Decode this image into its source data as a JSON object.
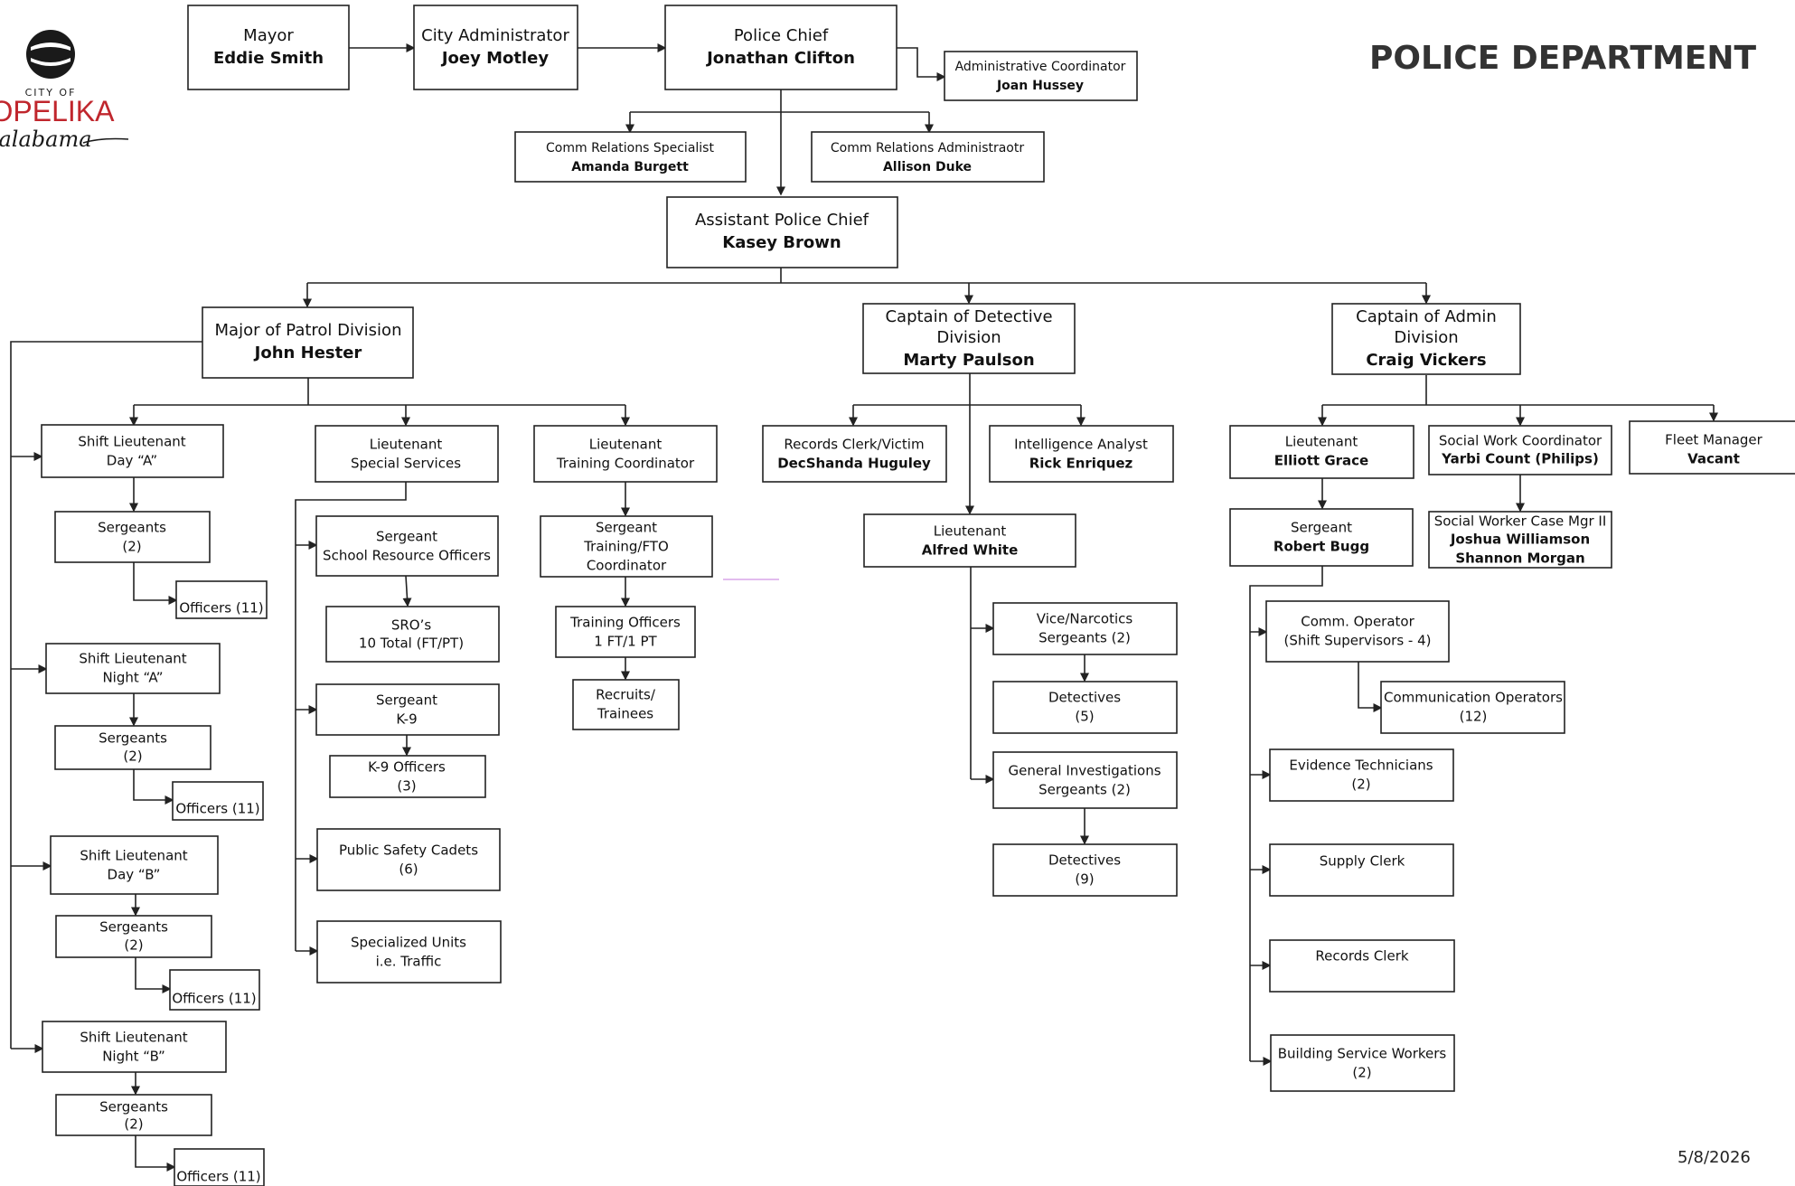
{
  "header": {
    "title": "POLICE DEPARTMENT",
    "date": "5/8/2026"
  },
  "logo": {
    "line1": "CITY OF",
    "line2": "OPELIKA",
    "line3": "alabama",
    "colors": {
      "accent": "#c0262d",
      "dark": "#1a1a1a"
    }
  },
  "colors": {
    "vacant": "#c0262d",
    "stroke": "#222222"
  },
  "nodes": {
    "mayor": {
      "role": "Mayor",
      "name": "Eddie Smith"
    },
    "city_admin": {
      "role": "City Administrator",
      "name": "Joey Motley"
    },
    "police_chief": {
      "role": "Police Chief",
      "name": "Jonathan Clifton"
    },
    "admin_coord": {
      "role": "Administrative Coordinator",
      "name": "Joan Hussey"
    },
    "comm_specialist": {
      "role": "Comm Relations Specialist",
      "name": "Amanda Burgett"
    },
    "comm_administrator": {
      "role": "Comm Relations Administraotr",
      "name": "Allison Duke"
    },
    "asst_chief": {
      "role": "Assistant Police Chief",
      "name": "Kasey Brown"
    },
    "major_patrol": {
      "role": "Major of Patrol Division",
      "name": "John Hester"
    },
    "captain_detective": {
      "role1": "Captain of Detective",
      "role2": "Division",
      "name": "Marty Paulson"
    },
    "captain_admin": {
      "role1": "Captain of Admin",
      "role2": "Division",
      "name": "Craig Vickers"
    },
    "shift_day_a": {
      "line1": "Shift Lieutenant",
      "line2": "Day “A”"
    },
    "sgt_day_a": {
      "line1": "Sergeants",
      "line2": "(2)"
    },
    "off_day_a": {
      "line1": "Officers (11)"
    },
    "shift_night_a": {
      "line1": "Shift Lieutenant",
      "line2": "Night “A”"
    },
    "sgt_night_a": {
      "line1": "Sergeants",
      "line2": "(2)"
    },
    "off_night_a": {
      "line1": "Officers (11)"
    },
    "shift_day_b": {
      "line1": "Shift Lieutenant",
      "line2": "Day “B”"
    },
    "sgt_day_b": {
      "line1": "Sergeants",
      "line2": "(2)"
    },
    "off_day_b": {
      "line1": "Officers (11)"
    },
    "shift_night_b": {
      "line1": "Shift Lieutenant",
      "line2": "Night “B”"
    },
    "sgt_night_b": {
      "line1": "Sergeants",
      "line2": "(2)"
    },
    "off_night_b": {
      "line1": "Officers (11)"
    },
    "lt_special": {
      "line1": "Lieutenant",
      "line2": "Special Services"
    },
    "sgt_sro": {
      "line1": "Sergeant",
      "line2": "School Resource Officers"
    },
    "sros": {
      "line1": "SRO’s",
      "line2": "10 Total (FT/PT)"
    },
    "sgt_k9": {
      "line1": "Sergeant",
      "line2": "K-9"
    },
    "k9_officers": {
      "line1": "K-9 Officers",
      "line2": "(3)"
    },
    "cadets": {
      "line1": "Public Safety Cadets",
      "line2": "(6)"
    },
    "specialized": {
      "line1": "Specialized Units",
      "line2": "i.e. Traffic"
    },
    "lt_training": {
      "line1": "Lieutenant",
      "line2": "Training Coordinator"
    },
    "sgt_training": {
      "line1": "Sergeant",
      "line2": "Training/FTO",
      "line3": "Coordinator"
    },
    "training_officers": {
      "line1": "Training Officers",
      "line2": "1 FT/1 PT"
    },
    "recruits": {
      "line1": "Recruits/",
      "line2": "Trainees"
    },
    "records_victim": {
      "role": "Records Clerk/Victim",
      "name": "DecShanda Huguley"
    },
    "intel_analyst": {
      "role": "Intelligence Analyst",
      "name": "Rick Enriquez"
    },
    "lt_white": {
      "role": "Lieutenant",
      "name": "Alfred White"
    },
    "vice_sgts": {
      "line1": "Vice/Narcotics",
      "line2": "Sergeants (2)"
    },
    "detectives_5": {
      "line1": "Detectives",
      "line2": "(5)"
    },
    "gi_sgts": {
      "line1": "General  Investigations",
      "line2": "Sergeants (2)"
    },
    "detectives_9": {
      "line1": "Detectives",
      "line2": "(9)"
    },
    "lt_grace": {
      "role": "Lieutenant",
      "name": "Elliott Grace"
    },
    "sw_coord": {
      "role": "Social Work Coordinator",
      "name": "Yarbi Count (Philips)"
    },
    "fleet": {
      "role": "Fleet Manager",
      "name": "Vacant"
    },
    "sgt_bugg": {
      "role": "Sergeant",
      "name": "Robert Bugg"
    },
    "sw_case": {
      "role": "Social Worker Case Mgr II",
      "name1": "Joshua Williamson",
      "name2": "Shannon Morgan"
    },
    "comm_operator": {
      "line1": "Comm. Operator",
      "line2": "(Shift Supervisors -  4)"
    },
    "comm_operators": {
      "line1": "Communication Operators",
      "line2": "(12)"
    },
    "evidence": {
      "line1": "Evidence Technicians",
      "line2": "(2)"
    },
    "supply": {
      "line1": "Supply Clerk"
    },
    "records_clerk": {
      "line1": "Records Clerk"
    },
    "building": {
      "line1": "Building Service Workers",
      "line2": "(2)"
    }
  }
}
